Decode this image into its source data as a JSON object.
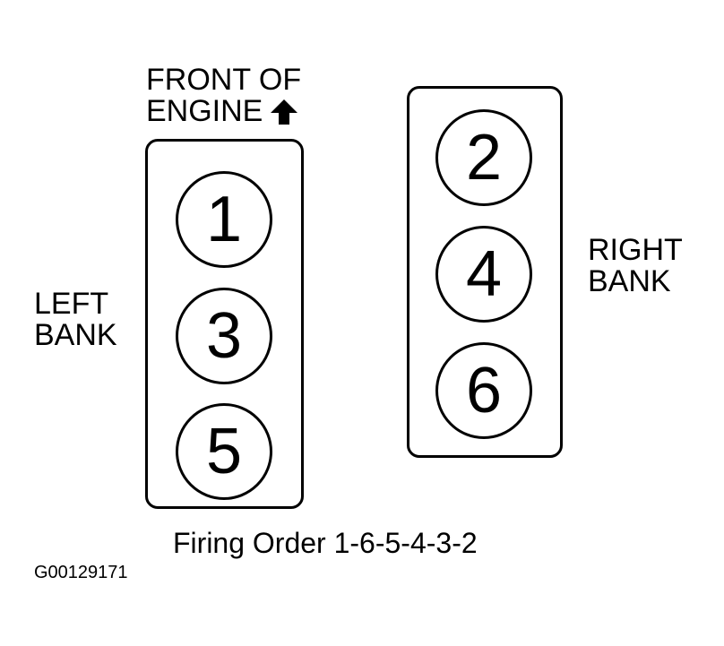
{
  "front_label": {
    "line1": "FRONT OF",
    "line2": "ENGINE"
  },
  "icons": {
    "front_arrow": "up-arrow-icon"
  },
  "left_bank": {
    "label_line1": "LEFT",
    "label_line2": "BANK",
    "cylinders": [
      "1",
      "3",
      "5"
    ]
  },
  "right_bank": {
    "label_line1": "RIGHT",
    "label_line2": "BANK",
    "cylinders": [
      "2",
      "4",
      "6"
    ]
  },
  "firing_order": "Firing Order 1-6-5-4-3-2",
  "figure_id": "G00129171",
  "colors": {
    "ink": "#000000",
    "background": "#ffffff"
  }
}
